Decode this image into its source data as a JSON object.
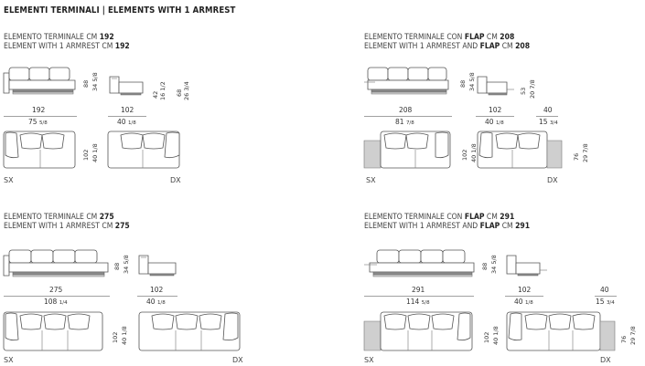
{
  "header": {
    "it": "ELEMENTI TERMINALI",
    "sep": "|",
    "en": "ELEMENTS WITH 1 ARMREST"
  },
  "blocks": [
    {
      "it_prefix": "ELEMENTO TERMINALE CM",
      "it_size": "192",
      "en_prefix": "ELEMENT WITH 1 ARMREST CM",
      "en_size": "192",
      "w_cm": "192",
      "w_in": "75",
      "w_in_frac": "5/8",
      "d_cm": "102",
      "d_in": "40",
      "d_in_frac": "1/8",
      "h": "88",
      "h_in": "34 5/8",
      "seat": "42",
      "seat_in": "16 1/2",
      "arm": "68",
      "arm_in": "26 3/4",
      "plan_d": "102",
      "plan_d_in": "40 1/8",
      "sx": "SX",
      "dx": "DX"
    },
    {
      "it_prefix": "ELEMENTO TERMINALE CON",
      "it_flap": "FLAP",
      "it_cm": "CM",
      "it_size": "208",
      "en_prefix": "ELEMENT WITH 1 ARMREST AND",
      "en_flap": "FLAP",
      "en_cm": "CM",
      "en_size": "208",
      "w_cm": "208",
      "w_in": "81",
      "w_in_frac": "7/8",
      "d_cm": "102",
      "d_in": "40",
      "d_in_frac": "1/8",
      "flap_cm": "40",
      "flap_in": "15",
      "flap_in_frac": "3/4",
      "h": "88",
      "h_in": "34 5/8",
      "seat": "53",
      "seat_in": "20 7/8",
      "plan_d": "102",
      "plan_d_in": "40 1/8",
      "flap_h": "76",
      "flap_h_in": "29 7/8",
      "sx": "SX",
      "dx": "DX"
    },
    {
      "it_prefix": "ELEMENTO TERMINALE CM",
      "it_size": "275",
      "en_prefix": "ELEMENT WITH 1 ARMREST CM",
      "en_size": "275",
      "w_cm": "275",
      "w_in": "108",
      "w_in_frac": "1/4",
      "d_cm": "102",
      "d_in": "40",
      "d_in_frac": "1/8",
      "h": "88",
      "h_in": "34 5/8",
      "plan_d": "102",
      "plan_d_in": "40 1/8",
      "sx": "SX",
      "dx": "DX"
    },
    {
      "it_prefix": "ELEMENTO TERMINALE CON",
      "it_flap": "FLAP",
      "it_cm": "CM",
      "it_size": "291",
      "en_prefix": "ELEMENT WITH 1 ARMREST AND",
      "en_flap": "FLAP",
      "en_cm": "CM",
      "en_size": "291",
      "w_cm": "291",
      "w_in": "114",
      "w_in_frac": "5/8",
      "d_cm": "102",
      "d_in": "40",
      "d_in_frac": "1/8",
      "flap_cm": "40",
      "flap_in": "15",
      "flap_in_frac": "3/4",
      "h": "88",
      "h_in": "34 5/8",
      "plan_d": "102",
      "plan_d_in": "40 1/8",
      "flap_h": "76",
      "flap_h_in": "29 7/8",
      "sx": "SX",
      "dx": "DX"
    }
  ]
}
